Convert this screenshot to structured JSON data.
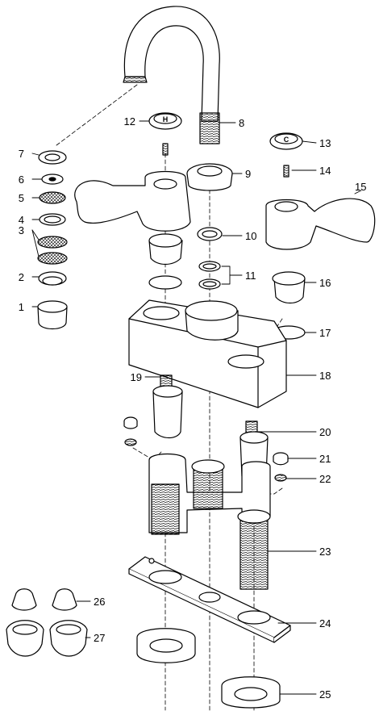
{
  "diagram": {
    "callouts": [
      "1",
      "2",
      "3",
      "4",
      "5",
      "6",
      "7",
      "8",
      "9",
      "10",
      "11",
      "12",
      "13",
      "14",
      "15",
      "16",
      "17",
      "18",
      "19",
      "20",
      "21",
      "22",
      "23",
      "24",
      "25",
      "26",
      "27"
    ],
    "handle_markings": {
      "hot": "H",
      "cold": "C"
    }
  }
}
